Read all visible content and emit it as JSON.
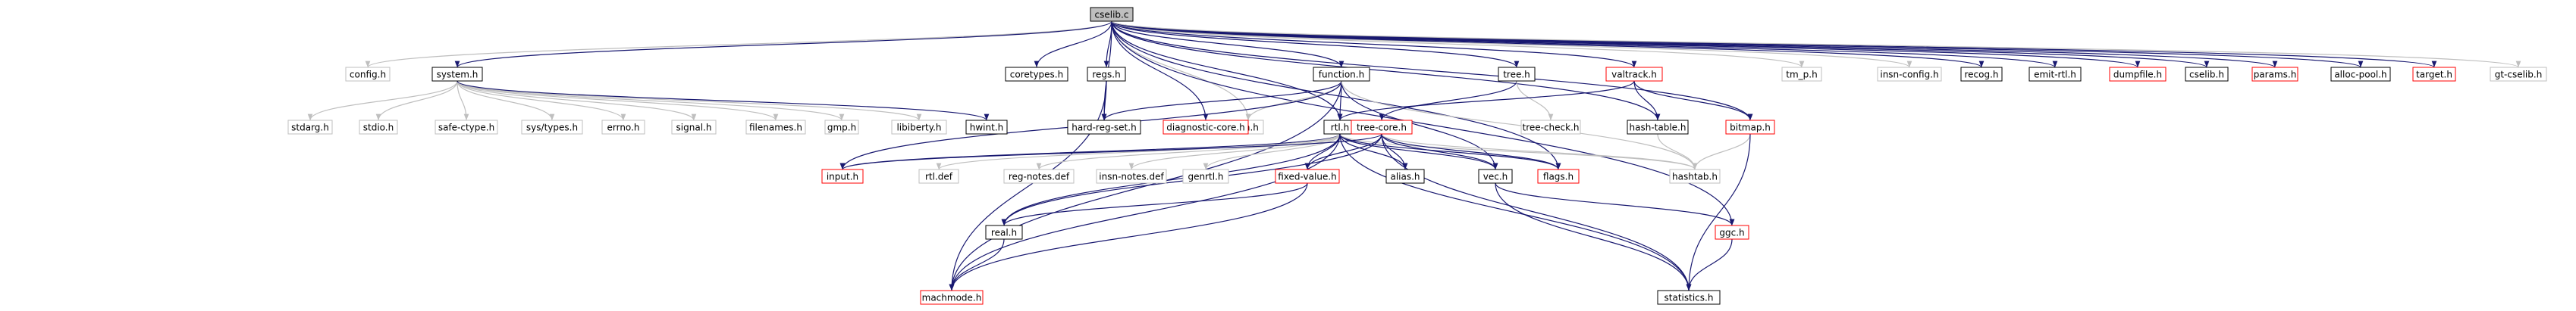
{
  "graph": {
    "title": "cselib.c",
    "colors": {
      "root_fill": "#bfbfbf",
      "documented_border": "#000000",
      "truncated_border": "#ff0000",
      "external_border": "#bfbfbf",
      "edge": "#191970",
      "edge_external": "#bfbfbf"
    },
    "nodes": [
      {
        "id": "cselib_c",
        "label": "cselib.c",
        "kind": "root"
      },
      {
        "id": "config_h",
        "label": "config.h",
        "kind": "external"
      },
      {
        "id": "system_h",
        "label": "system.h",
        "kind": "documented"
      },
      {
        "id": "stdarg_h",
        "label": "stdarg.h",
        "kind": "external"
      },
      {
        "id": "stdio_h",
        "label": "stdio.h",
        "kind": "external"
      },
      {
        "id": "safe_ctype_h",
        "label": "safe-ctype.h",
        "kind": "external"
      },
      {
        "id": "sys_types_h",
        "label": "sys/types.h",
        "kind": "external"
      },
      {
        "id": "errno_h",
        "label": "errno.h",
        "kind": "external"
      },
      {
        "id": "signal_h",
        "label": "signal.h",
        "kind": "external"
      },
      {
        "id": "filenames_h",
        "label": "filenames.h",
        "kind": "external"
      },
      {
        "id": "gmp_h",
        "label": "gmp.h",
        "kind": "external"
      },
      {
        "id": "libiberty_h",
        "label": "libiberty.h",
        "kind": "external"
      },
      {
        "id": "hwint_h",
        "label": "hwint.h",
        "kind": "documented"
      },
      {
        "id": "coretypes_h",
        "label": "coretypes.h",
        "kind": "documented"
      },
      {
        "id": "regs_h",
        "label": "regs.h",
        "kind": "documented"
      },
      {
        "id": "hard_reg_set_h",
        "label": "hard-reg-set.h",
        "kind": "documented"
      },
      {
        "id": "machmode_h",
        "label": "machmode.h",
        "kind": "truncated"
      },
      {
        "id": "function_h",
        "label": "function.h",
        "kind": "documented"
      },
      {
        "id": "tm_h",
        "label": "tm.h",
        "kind": "external"
      },
      {
        "id": "diagnostic_core_h",
        "label": "diagnostic-core.h",
        "kind": "truncated"
      },
      {
        "id": "rtl_h",
        "label": "rtl.h",
        "kind": "documented"
      },
      {
        "id": "input_h",
        "label": "input.h",
        "kind": "truncated"
      },
      {
        "id": "rtl_def",
        "label": "rtl.def",
        "kind": "external"
      },
      {
        "id": "reg_notes_def",
        "label": "reg-notes.def",
        "kind": "external"
      },
      {
        "id": "insn_notes_def",
        "label": "insn-notes.def",
        "kind": "external"
      },
      {
        "id": "genrtl_h",
        "label": "genrtl.h",
        "kind": "external"
      },
      {
        "id": "fixed_value_h",
        "label": "fixed-value.h",
        "kind": "truncated"
      },
      {
        "id": "real_h",
        "label": "real.h",
        "kind": "documented"
      },
      {
        "id": "tree_h",
        "label": "tree.h",
        "kind": "documented"
      },
      {
        "id": "tree_core_h",
        "label": "tree-core.h",
        "kind": "truncated"
      },
      {
        "id": "alias_h",
        "label": "alias.h",
        "kind": "documented"
      },
      {
        "id": "flags_h",
        "label": "flags.h",
        "kind": "truncated"
      },
      {
        "id": "vec_h",
        "label": "vec.h",
        "kind": "documented"
      },
      {
        "id": "hashtab_h",
        "label": "hashtab.h",
        "kind": "external"
      },
      {
        "id": "tree_check_h",
        "label": "tree-check.h",
        "kind": "external"
      },
      {
        "id": "valtrack_h",
        "label": "valtrack.h",
        "kind": "truncated"
      },
      {
        "id": "hash_table_h",
        "label": "hash-table.h",
        "kind": "documented"
      },
      {
        "id": "bitmap_h",
        "label": "bitmap.h",
        "kind": "truncated"
      },
      {
        "id": "ggc_h",
        "label": "ggc.h",
        "kind": "truncated"
      },
      {
        "id": "statistics_h",
        "label": "statistics.h",
        "kind": "documented"
      },
      {
        "id": "tm_p_h",
        "label": "tm_p.h",
        "kind": "external"
      },
      {
        "id": "insn_config_h",
        "label": "insn-config.h",
        "kind": "external"
      },
      {
        "id": "recog_h",
        "label": "recog.h",
        "kind": "documented"
      },
      {
        "id": "emit_rtl_h",
        "label": "emit-rtl.h",
        "kind": "documented"
      },
      {
        "id": "dumpfile_h",
        "label": "dumpfile.h",
        "kind": "truncated"
      },
      {
        "id": "cselib_h",
        "label": "cselib.h",
        "kind": "documented"
      },
      {
        "id": "params_h",
        "label": "params.h",
        "kind": "truncated"
      },
      {
        "id": "alloc_pool_h",
        "label": "alloc-pool.h",
        "kind": "documented"
      },
      {
        "id": "target_h",
        "label": "target.h",
        "kind": "truncated"
      },
      {
        "id": "gt_cselib_h",
        "label": "gt-cselib.h",
        "kind": "external"
      }
    ],
    "edges": [
      [
        "cselib_c",
        "config_h"
      ],
      [
        "cselib_c",
        "system_h"
      ],
      [
        "cselib_c",
        "coretypes_h"
      ],
      [
        "cselib_c",
        "regs_h"
      ],
      [
        "cselib_c",
        "function_h"
      ],
      [
        "cselib_c",
        "tm_h"
      ],
      [
        "cselib_c",
        "diagnostic_core_h"
      ],
      [
        "cselib_c",
        "hard_reg_set_h"
      ],
      [
        "cselib_c",
        "rtl_h"
      ],
      [
        "cselib_c",
        "tree_h"
      ],
      [
        "cselib_c",
        "valtrack_h"
      ],
      [
        "cselib_c",
        "hash_table_h"
      ],
      [
        "cselib_c",
        "bitmap_h"
      ],
      [
        "cselib_c",
        "flags_h"
      ],
      [
        "cselib_c",
        "ggc_h"
      ],
      [
        "cselib_c",
        "tm_p_h"
      ],
      [
        "cselib_c",
        "insn_config_h"
      ],
      [
        "cselib_c",
        "recog_h"
      ],
      [
        "cselib_c",
        "emit_rtl_h"
      ],
      [
        "cselib_c",
        "dumpfile_h"
      ],
      [
        "cselib_c",
        "cselib_h"
      ],
      [
        "cselib_c",
        "params_h"
      ],
      [
        "cselib_c",
        "alloc_pool_h"
      ],
      [
        "cselib_c",
        "target_h"
      ],
      [
        "cselib_c",
        "gt_cselib_h"
      ],
      [
        "system_h",
        "stdarg_h"
      ],
      [
        "system_h",
        "stdio_h"
      ],
      [
        "system_h",
        "safe_ctype_h"
      ],
      [
        "system_h",
        "sys_types_h"
      ],
      [
        "system_h",
        "errno_h"
      ],
      [
        "system_h",
        "signal_h"
      ],
      [
        "system_h",
        "filenames_h"
      ],
      [
        "system_h",
        "gmp_h"
      ],
      [
        "system_h",
        "libiberty_h"
      ],
      [
        "system_h",
        "hwint_h"
      ],
      [
        "regs_h",
        "hard_reg_set_h"
      ],
      [
        "regs_h",
        "machmode_h"
      ],
      [
        "function_h",
        "hard_reg_set_h"
      ],
      [
        "function_h",
        "tm_h"
      ],
      [
        "function_h",
        "rtl_h"
      ],
      [
        "function_h",
        "input_h"
      ],
      [
        "function_h",
        "vec_h"
      ],
      [
        "function_h",
        "machmode_h"
      ],
      [
        "function_h",
        "hashtab_h"
      ],
      [
        "rtl_h",
        "input_h"
      ],
      [
        "rtl_h",
        "rtl_def"
      ],
      [
        "rtl_h",
        "reg_notes_def"
      ],
      [
        "rtl_h",
        "insn_notes_def"
      ],
      [
        "rtl_h",
        "genrtl_h"
      ],
      [
        "rtl_h",
        "fixed_value_h"
      ],
      [
        "rtl_h",
        "alias_h"
      ],
      [
        "rtl_h",
        "flags_h"
      ],
      [
        "rtl_h",
        "vec_h"
      ],
      [
        "rtl_h",
        "hashtab_h"
      ],
      [
        "rtl_h",
        "real_h"
      ],
      [
        "rtl_h",
        "machmode_h"
      ],
      [
        "rtl_h",
        "statistics_h"
      ],
      [
        "tree_h",
        "tree_core_h"
      ],
      [
        "tree_h",
        "tree_check_h"
      ],
      [
        "tree_core_h",
        "input_h"
      ],
      [
        "tree_core_h",
        "fixed_value_h"
      ],
      [
        "tree_core_h",
        "alias_h"
      ],
      [
        "tree_core_h",
        "flags_h"
      ],
      [
        "tree_core_h",
        "vec_h"
      ],
      [
        "tree_core_h",
        "hashtab_h"
      ],
      [
        "tree_core_h",
        "real_h"
      ],
      [
        "tree_core_h",
        "statistics_h"
      ],
      [
        "valtrack_h",
        "rtl_h"
      ],
      [
        "valtrack_h",
        "hash_table_h"
      ],
      [
        "valtrack_h",
        "bitmap_h"
      ],
      [
        "hash_table_h",
        "hashtab_h"
      ],
      [
        "bitmap_h",
        "hashtab_h"
      ],
      [
        "bitmap_h",
        "statistics_h"
      ],
      [
        "fixed_value_h",
        "real_h"
      ],
      [
        "fixed_value_h",
        "machmode_h"
      ],
      [
        "real_h",
        "machmode_h"
      ],
      [
        "vec_h",
        "ggc_h"
      ],
      [
        "vec_h",
        "statistics_h"
      ],
      [
        "ggc_h",
        "statistics_h"
      ]
    ]
  }
}
